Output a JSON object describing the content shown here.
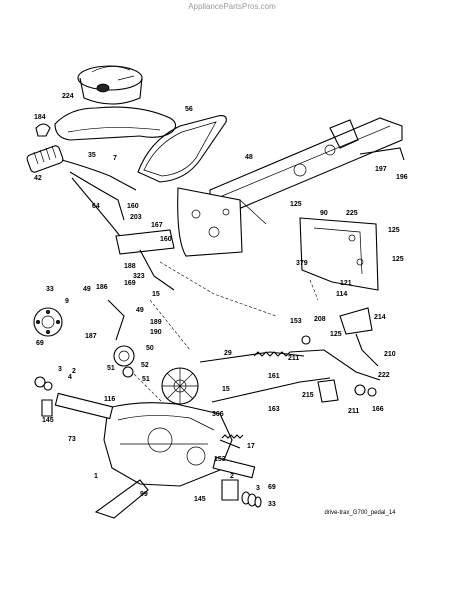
{
  "watermark": "AppliancePartsPros.com",
  "caption": "drive-trax_G700_pedal_14",
  "part_labels": [
    "224",
    "184",
    "56",
    "35",
    "42",
    "7",
    "48",
    "197",
    "196",
    "64",
    "160",
    "203",
    "167",
    "160",
    "125",
    "90",
    "225",
    "125",
    "188",
    "323",
    "169",
    "15",
    "379",
    "121",
    "125",
    "114",
    "33",
    "9",
    "49",
    "186",
    "49",
    "189",
    "190",
    "153",
    "208",
    "214",
    "125",
    "69",
    "187",
    "50",
    "29",
    "211",
    "210",
    "51",
    "52",
    "51",
    "161",
    "3",
    "4",
    "2",
    "222",
    "15",
    "145",
    "116",
    "306",
    "215",
    "211",
    "166",
    "163",
    "73",
    "17",
    "153",
    "1",
    "2",
    "99",
    "145",
    "3",
    "69",
    "33"
  ]
}
